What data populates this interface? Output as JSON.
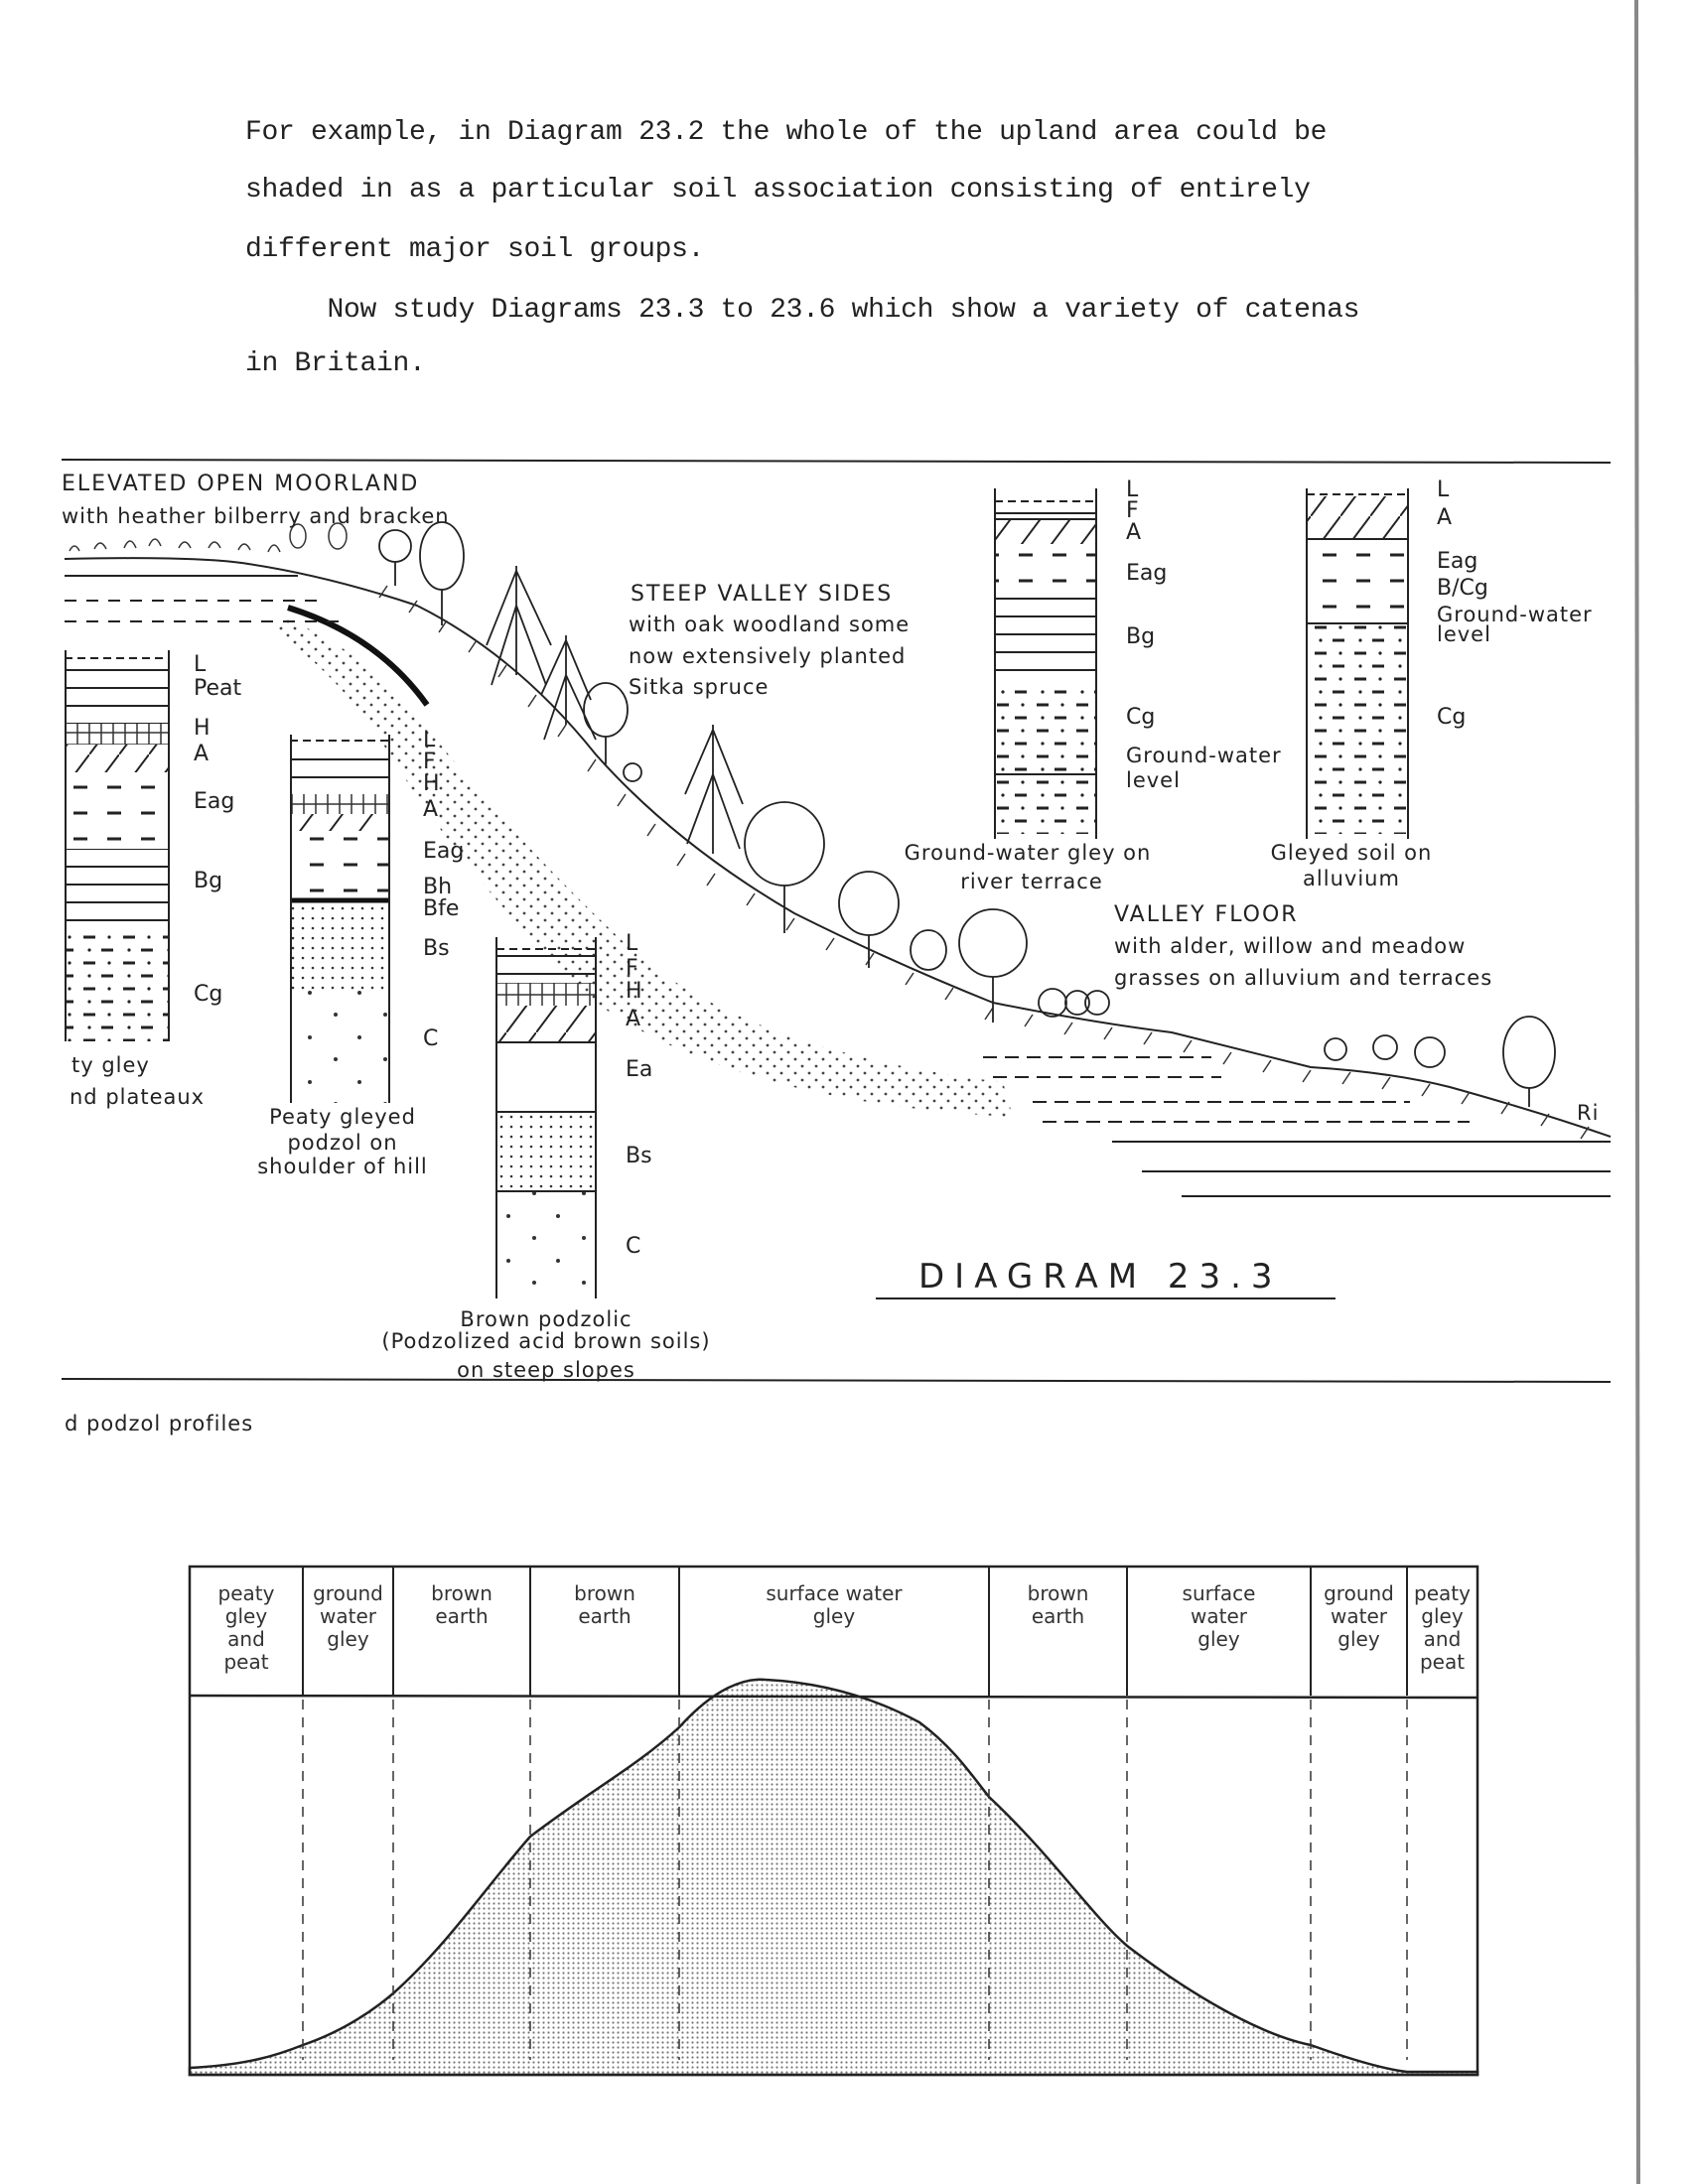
{
  "text": {
    "lines": [
      "For example, in Diagram 23.2 the whole of the upland area could be",
      "shaded in as a particular soil association consisting of entirely",
      "different major soil groups.",
      "     Now study Diagrams 23.3 to 23.6 which show a variety of catenas",
      "in Britain."
    ]
  },
  "diagram": {
    "title": "DIAGRAM 23.3",
    "regions": {
      "moorland_title": "ELEVATED OPEN MOORLAND",
      "moorland_sub": "with heather bilberry and bracken",
      "valley_sides_title": "STEEP VALLEY SIDES",
      "valley_sides_sub": [
        "with oak woodland some",
        "now extensively planted",
        "Sitka spruce"
      ],
      "valley_floor_title": "VALLEY FLOOR",
      "valley_floor_sub": [
        "with alder, willow and meadow",
        "grasses on alluvium and terraces"
      ],
      "river": "Ri"
    },
    "profiles": [
      {
        "horizons": [
          "L",
          "Peat",
          "H",
          "A",
          "Eag",
          "Bg",
          "Cg"
        ],
        "caption": [
          "ty gley",
          "nd plateaux"
        ]
      },
      {
        "horizons": [
          "L",
          "F",
          "H",
          "A",
          "Eag",
          "Bh",
          "Bfe",
          "Bs",
          "C"
        ],
        "caption": [
          "Peaty gleyed",
          "podzol on",
          "shoulder of hill"
        ]
      },
      {
        "horizons": [
          "L",
          "F",
          "H",
          "A",
          "Ea",
          "Bs",
          "C"
        ],
        "caption": [
          "Brown podzolic",
          "(Podzolized acid brown soils)",
          "on steep slopes"
        ]
      },
      {
        "horizons": [
          "L",
          "F",
          "A",
          "Eag",
          "Bg",
          "Cg",
          "Ground-water",
          "level"
        ],
        "caption": [
          "Ground-water gley on",
          "river terrace"
        ]
      },
      {
        "horizons": [
          "L",
          "A",
          "Eag",
          "B/Cg",
          "Ground-water",
          "level",
          "Cg"
        ],
        "caption": [
          "Gleyed soil on",
          "alluvium"
        ]
      }
    ],
    "footer_caption": "d podzol profiles"
  },
  "catena": {
    "zones": [
      [
        "peaty",
        "gley",
        "and",
        "peat"
      ],
      [
        "ground",
        "water",
        "gley"
      ],
      [
        "brown",
        "earth"
      ],
      [
        "brown",
        "earth"
      ],
      [
        "surface water",
        "gley"
      ],
      [
        "brown",
        "earth"
      ],
      [
        "surface",
        "water",
        "gley"
      ],
      [
        "ground",
        "water",
        "gley"
      ],
      [
        "peaty",
        "gley",
        "and",
        "peat"
      ]
    ]
  }
}
